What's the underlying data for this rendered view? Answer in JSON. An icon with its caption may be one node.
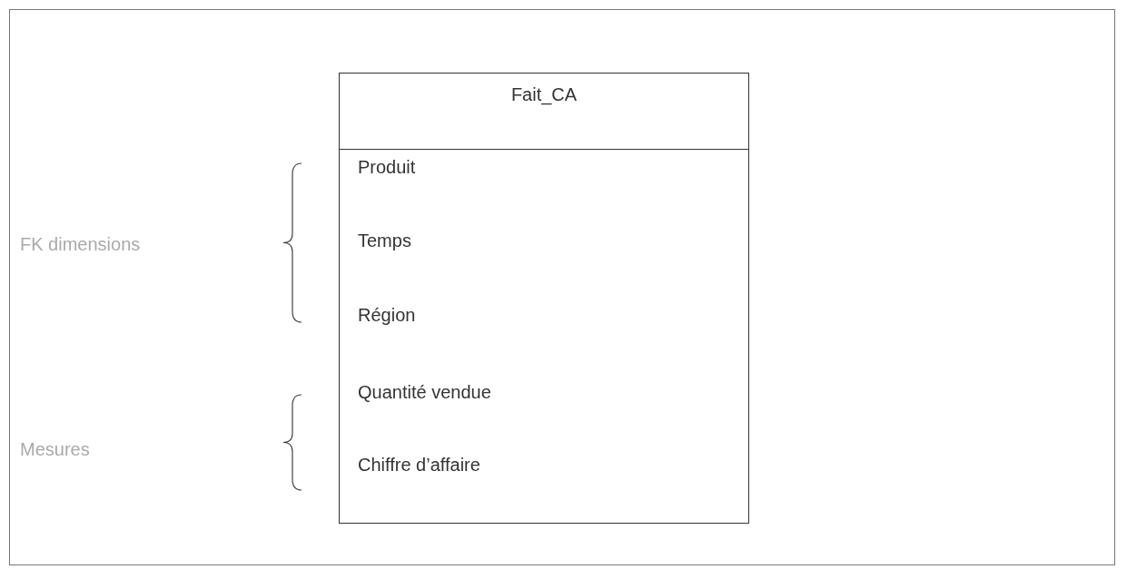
{
  "diagram": {
    "nodes": [
      {
        "text": [
          "Fait_CA",
          "Produit",
          "Temps",
          "Région",
          "Quantité vendue",
          "Chiffre d’affaire"
        ]
      }
    ],
    "edges": [],
    "labels": [
      "FK dimensions",
      "Mesures"
    ]
  }
}
